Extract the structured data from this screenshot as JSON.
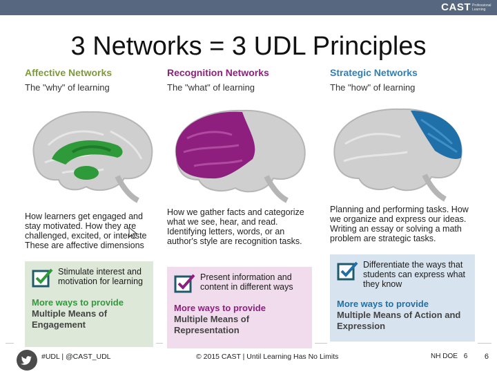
{
  "header": {
    "brand": "CAST",
    "brand_sub": "Professional Learning"
  },
  "slide": {
    "title": "3 Networks = 3 UDL Principles"
  },
  "columns": [
    {
      "heading": "Affective Networks",
      "subheading": "The \"why\" of learning",
      "description": "How learners get engaged and stay motivated. How they are challenged, excited, or intereste These are affective dimensions",
      "box_text": "Stimulate interest and motivation for learning",
      "more_ways": "More ways to provide",
      "means": "Multiple Means of Engagement",
      "accent": "#2f9a3a"
    },
    {
      "heading": "Recognition Networks",
      "subheading": "The \"what\" of learning",
      "description": "How we gather facts and categorize what we see, hear, and read. Identifying letters, words, or an author's style are recognition tasks.",
      "box_text": "Present information and content in different ways",
      "more_ways": "More ways to provide",
      "means": "Multiple Means of Representation",
      "accent": "#8e1f7e"
    },
    {
      "heading": "Strategic Networks",
      "subheading": "The \"how\" of learning",
      "description": "Planning and performing tasks. How we organize and express our ideas. Writing an essay or solving a math problem are strategic tasks.",
      "box_text": "Differentiate the ways that students can express what they know",
      "more_ways": "More ways to provide",
      "means": "Multiple Means of Action and Expression",
      "accent": "#1f6fa8"
    }
  ],
  "footer": {
    "hashtag": "#UDL | @CAST_UDL",
    "copyright": "© 2015 CAST | Until Learning Has No Limits",
    "org": "NH DOE",
    "org_page": "6",
    "page_number": "6"
  },
  "colors": {
    "topbar": "#56677f",
    "affective_box": "#dde8d8",
    "recognition_box": "#f0dcec",
    "strategic_box": "#d7e4ef"
  }
}
